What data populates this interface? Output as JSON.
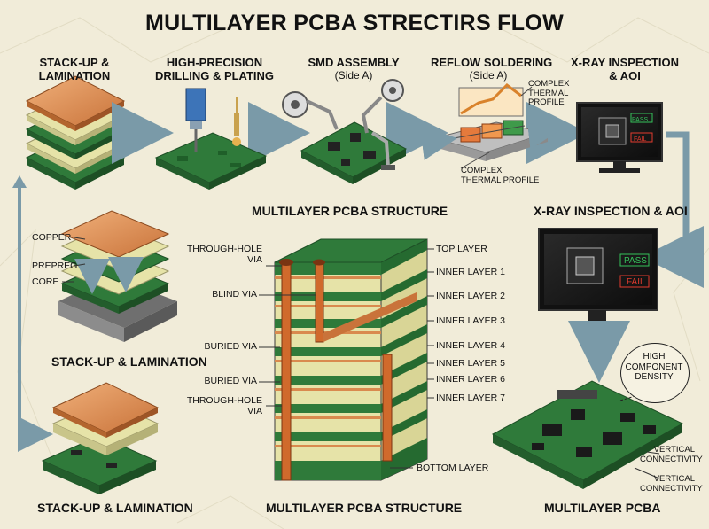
{
  "title": "MULTILAYER PCBA STRECTIRS FLOW",
  "steps": [
    {
      "line1": "STACK-UP &",
      "line2": "LAMINATION"
    },
    {
      "line1": "HIGH-PRECISION",
      "line2": "DRILLING & PLATING"
    },
    {
      "line1": "SMD ASSEMBLY",
      "line2": "(Side A)"
    },
    {
      "line1": "REFLOW SOLDERING",
      "line2": "(Side A)"
    },
    {
      "line1": "X-RAY INSPECTION",
      "line2": "& AOI"
    }
  ],
  "reflow_notes": {
    "top_l1": "COMPLEX",
    "top_l2": "THERMAL",
    "top_l3": "PROFILE",
    "bottom_l1": "COMPLEX",
    "bottom_l2": "THERMAL PROFILE"
  },
  "stack_panel": {
    "labels": [
      "COPPER",
      "PREPREG",
      "CORE"
    ],
    "caption": "STACK-UP & LAMINATION"
  },
  "bottom_left_caption": "STACK-UP & LAMINATION",
  "structure": {
    "title": "MULTILAYER PCBA STRUCTURE",
    "caption": "MULTILAYER PCBA STRUCTURE",
    "left_labels": {
      "through_hole_1": "THROUGH-HOLE",
      "via_1": "VIA",
      "blind_via": "BLIND VIA",
      "buried_via_1": "BURIED VIA",
      "buried_via_2": "BURIED VIA",
      "through_hole_2": "THROUGH-HOLE",
      "via_2": "VIA"
    },
    "right_labels": [
      "TOP LAYER",
      "INNER LAYER 1",
      "INNER LAYER 2",
      "INNER LAYER 3",
      "INNER LAYER 4",
      "INNER LAYER 5",
      "INNER LAYER 6",
      "INNER LAYER 7"
    ],
    "bottom_layer": "BOTTOM LAYER"
  },
  "inspection": {
    "title": "X-RAY INSPECTION & AOI",
    "pass": "PASS",
    "fail": "FAIL"
  },
  "final": {
    "bubble_l1": "HIGH",
    "bubble_l2": "COMPONENT",
    "bubble_l3": "DENSITY",
    "vc1_l1": "VERTICAL",
    "vc1_l2": "CONNECTIVITY",
    "vc2_l1": "VERTICAL",
    "vc2_l2": "CONNECTIVITY",
    "caption": "MULTILAYER PCBA"
  },
  "colors": {
    "background": "#f1ecd9",
    "pcb_green": "#2f7a3a",
    "copper": "#d98a4e",
    "prepreg": "#e6e3a8",
    "arrow": "#7a9aa8",
    "pass": "#35c25a",
    "fail": "#e23b2e"
  }
}
